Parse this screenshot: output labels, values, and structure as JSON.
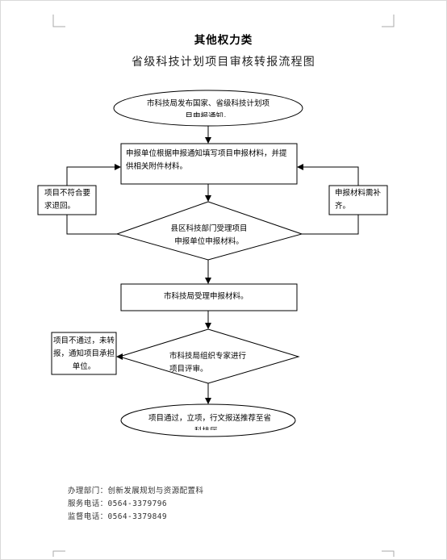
{
  "document": {
    "title": "其他权力类",
    "subtitle": "省级科技计划项目审核转报流程图"
  },
  "flowchart": {
    "start": "市科技局发布国家、省级科技计划项目申报通知。",
    "step1": "申报单位根据申报通知填写项目申报材料，并提供相关附件材料。",
    "side_left_1": "项目不符合要求退回。",
    "side_right_1": "申报材料需补齐。",
    "decision1": "县区科技部门受理项目申报单位申报材料。",
    "step2": "市科技局受理申报材料。",
    "side_left_2": "项目不通过，未转报，通知项目承担单位。",
    "decision2": "市科技局组织专家进行项目评审。",
    "end": "项目通过，立项，行文报送推荐至省科技厅。"
  },
  "footer": {
    "department": "办理部门：创新发展规划与资源配置科",
    "service_phone": "服务电话：0564-3379796",
    "supervise_phone": "监督电话：0564-3379849"
  }
}
